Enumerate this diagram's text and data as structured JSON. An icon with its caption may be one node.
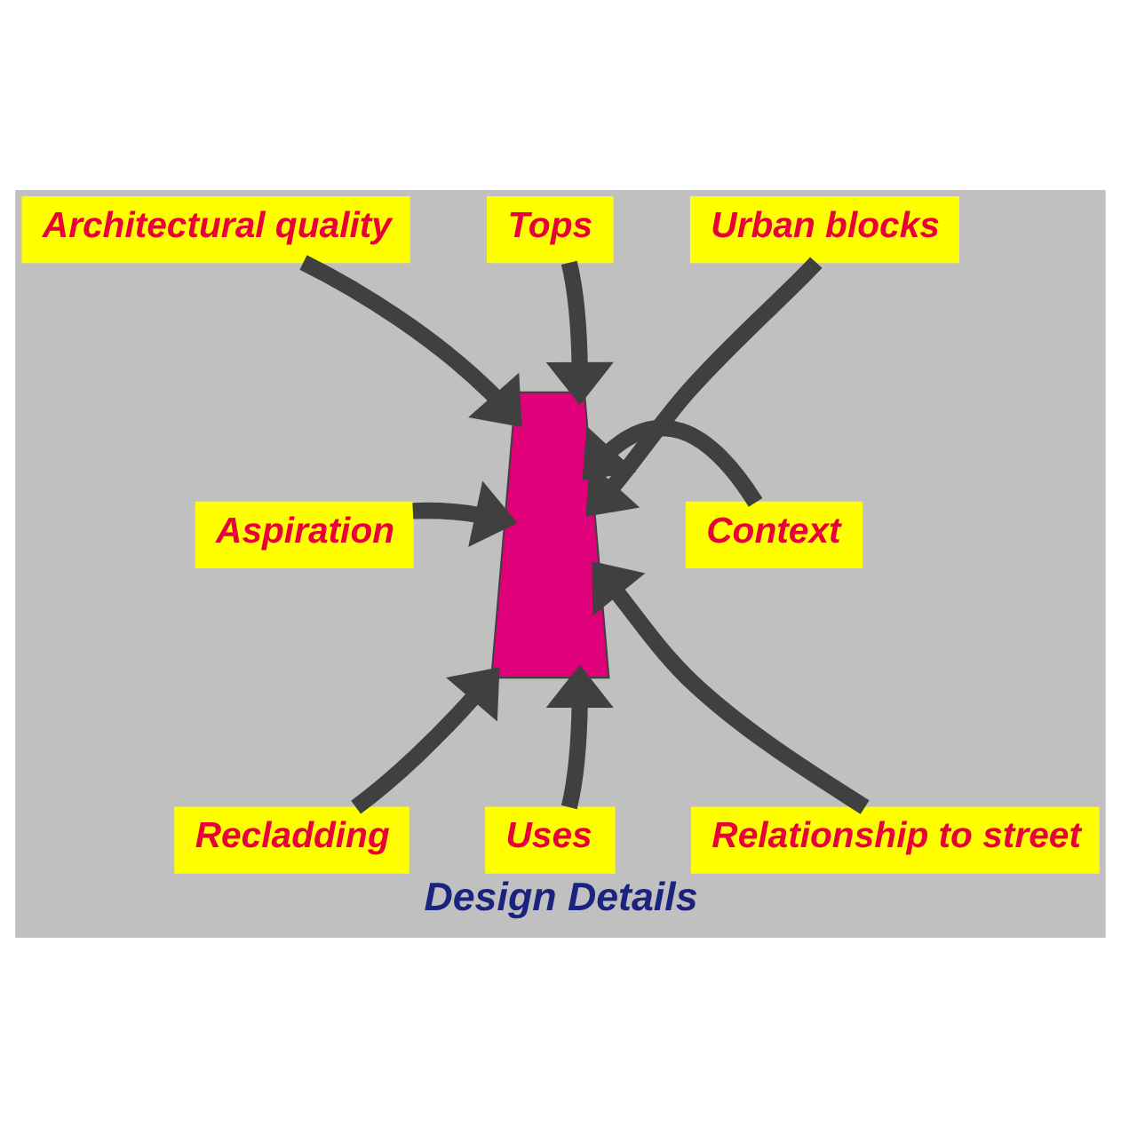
{
  "diagram": {
    "title": "Design Details",
    "nodes": [
      {
        "text": [
          "Architectural quality"
        ]
      },
      {
        "text": [
          "Tops"
        ]
      },
      {
        "text": [
          "Urban blocks"
        ]
      },
      {
        "text": [
          "Aspiration"
        ]
      },
      {
        "text": [],
        "shape": "trapezoid"
      },
      {
        "text": [
          "Context"
        ]
      },
      {
        "text": [
          "Recladding"
        ]
      },
      {
        "text": [
          "Uses"
        ]
      },
      {
        "text": [
          "Relationship to street"
        ]
      }
    ],
    "edges": [
      {
        "from": 0,
        "to": 4,
        "arrow": "to"
      },
      {
        "from": 1,
        "to": 4,
        "arrow": "to"
      },
      {
        "from": 2,
        "to": 4,
        "arrow": "to"
      },
      {
        "from": 3,
        "to": 4,
        "arrow": "to"
      },
      {
        "from": 5,
        "to": 4,
        "arrow": "to"
      },
      {
        "from": 6,
        "to": 4,
        "arrow": "to"
      },
      {
        "from": 7,
        "to": 4,
        "arrow": "to"
      },
      {
        "from": 8,
        "to": 4,
        "arrow": "to"
      }
    ]
  }
}
